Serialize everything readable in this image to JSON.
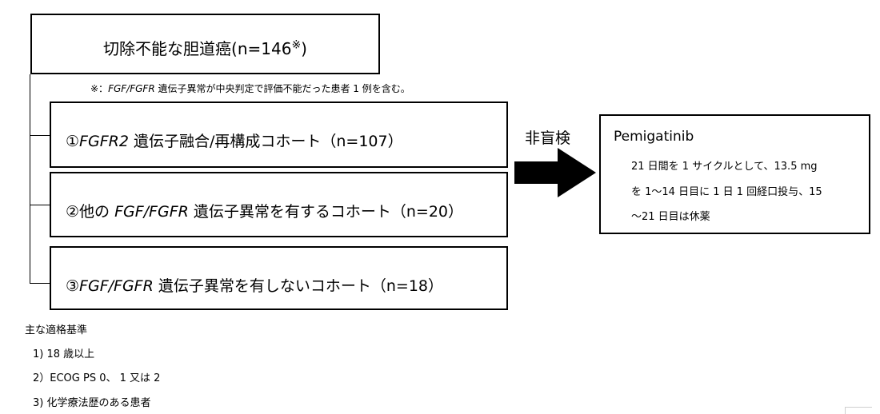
{
  "population_box": {
    "text": "切除不能な胆道癌(n=146",
    "sup": "※",
    "close": ")"
  },
  "footnote": {
    "prefix": "※：",
    "italic": "FGF/FGFR",
    "rest": " 遺伝子異常が中央判定で評価不能だった患者 1 例を含む。"
  },
  "cohorts": [
    {
      "num": "①",
      "italic": "FGFR2",
      "rest": " 遺伝子融合/再構成コホート（n=107）"
    },
    {
      "num": "②他の ",
      "italic": "FGF/FGFR",
      "rest": " 遺伝子異常を有するコホート（n=20）"
    },
    {
      "num": "③",
      "italic": "FGF/FGFR",
      "rest": " 遺伝子異常を有しないコホート（n=18）"
    }
  ],
  "design_label": "非盲検",
  "treatment": {
    "drug": "Pemigatinib",
    "dose_lines": [
      "21 日間を 1 サイクルとして、13.5  mg",
      "を 1〜14 日目に 1 日 1 回経口投与、15",
      "〜21 日目は休薬"
    ]
  },
  "criteria": {
    "title": "主な適格基準",
    "items": [
      "1) 18 歳以上",
      "2）ECOG PS 0、 1 又は 2",
      "3) 化学療法歴のある患者"
    ]
  }
}
